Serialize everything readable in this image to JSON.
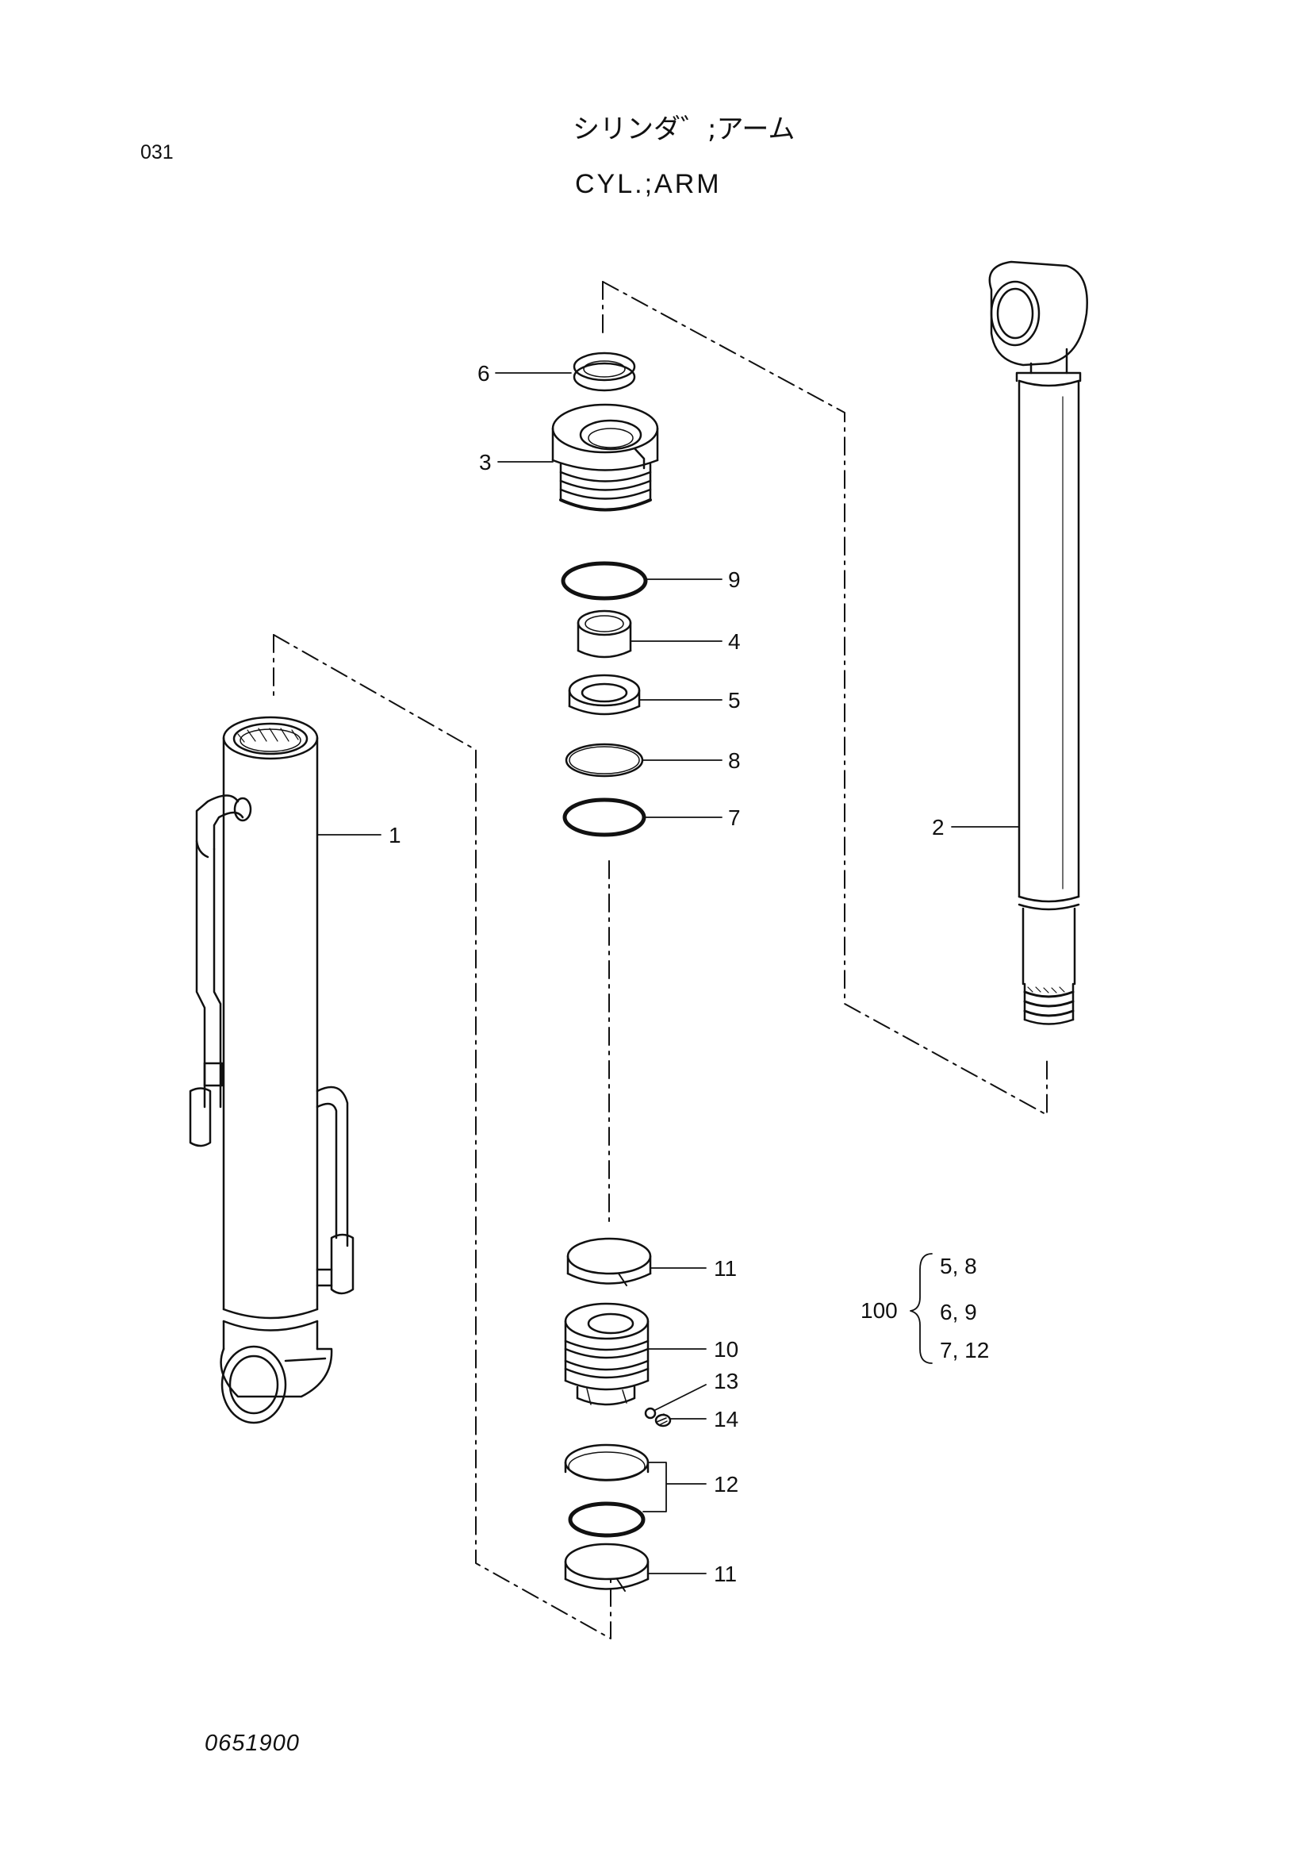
{
  "header": {
    "page_number": "031",
    "title_jp": "シリンダ゛;アーム",
    "title_en": "CYL.;ARM"
  },
  "footer": {
    "drawing_number": "0651900"
  },
  "callouts": {
    "c1": "1",
    "c2": "2",
    "c3": "3",
    "c4": "4",
    "c5": "5",
    "c6": "6",
    "c7": "7",
    "c8": "8",
    "c9": "9",
    "c10": "10",
    "c11a": "11",
    "c11b": "11",
    "c12": "12",
    "c13": "13",
    "c14": "14"
  },
  "kit": {
    "number": "100",
    "rows": [
      "5, 8",
      "6, 9",
      "7, 12"
    ]
  }
}
